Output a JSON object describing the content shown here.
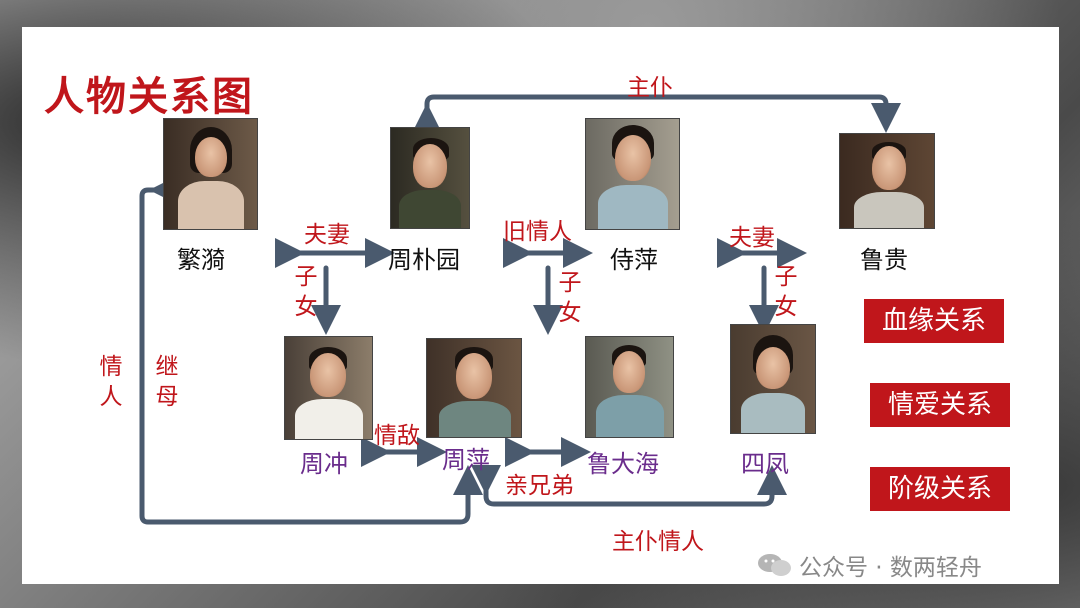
{
  "title": "人物关系图",
  "characters": {
    "fanyi": "繁漪",
    "zhou_puyuan": "周朴园",
    "shiping": "侍萍",
    "lu_gui": "鲁贵",
    "zhou_chong": "周冲",
    "zhou_ping": "周萍",
    "lu_dahai": "鲁大海",
    "sifeng": "四凤"
  },
  "relations": {
    "zhu_pu_top": "主仆",
    "fuqi_left": "夫妻",
    "jiu_qingren": "旧情人",
    "fuqi_right": "夫妻",
    "zinv_left": [
      "子",
      "女"
    ],
    "zinv_mid": [
      "子",
      "女"
    ],
    "zinv_right": [
      "子",
      "女"
    ],
    "qingren": [
      "情",
      "人"
    ],
    "jimu": [
      "继",
      "母"
    ],
    "qingdi": "情敌",
    "qin_xiongdi": "亲兄弟",
    "zhupu_qingren": "主仆情人"
  },
  "legend": [
    "血缘关系",
    "情爱关系",
    "阶级关系"
  ],
  "watermark": "公众号 · 数两轻舟",
  "colors": {
    "accent_red": "#c0161b",
    "arrow": "#4a5a6e",
    "purple_name": "#6a2c8c"
  }
}
